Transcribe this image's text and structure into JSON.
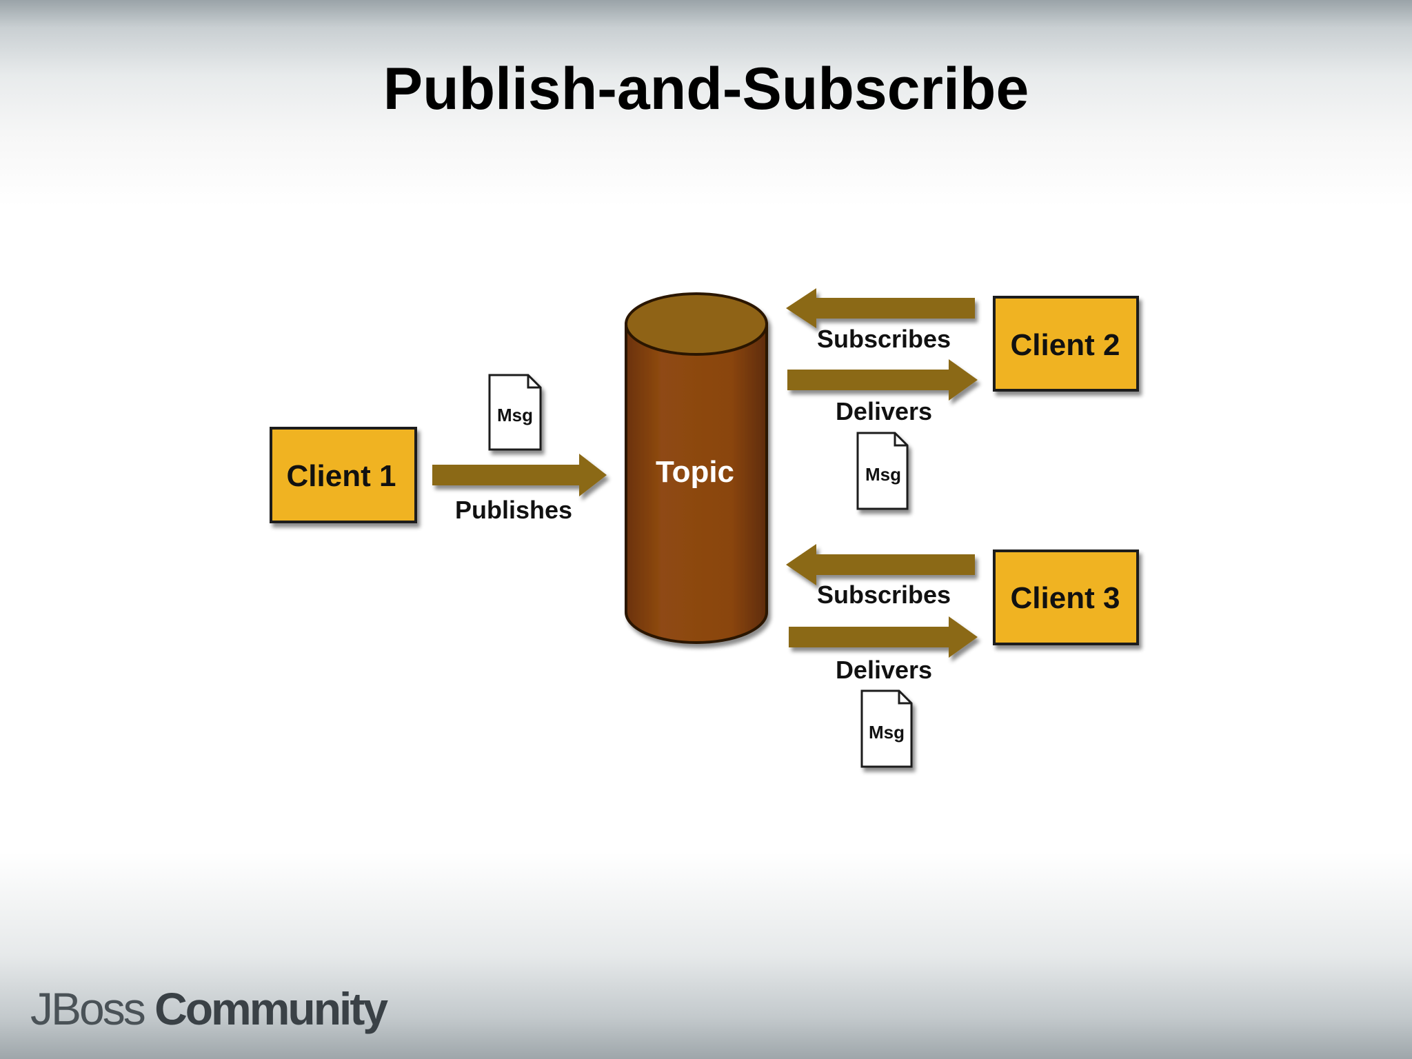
{
  "slide": {
    "title": "Publish-and-Subscribe"
  },
  "diagram": {
    "nodes": {
      "client1": "Client 1",
      "client2": "Client 2",
      "client3": "Client 3",
      "topic": "Topic"
    },
    "edges": {
      "publishes": "Publishes",
      "subscribes_2": "Subscribes",
      "delivers_2": "Delivers",
      "subscribes_3": "Subscribes",
      "delivers_3": "Delivers"
    },
    "messages": {
      "msg_publish": "Msg",
      "msg_deliver_2": "Msg",
      "msg_deliver_3": "Msg"
    },
    "colors": {
      "client_fill": "#F0B323",
      "arrow": "#8B6914",
      "topic": "#8B4513"
    }
  },
  "footer": {
    "logo_part1": "JBoss",
    "logo_part2": "Community"
  }
}
